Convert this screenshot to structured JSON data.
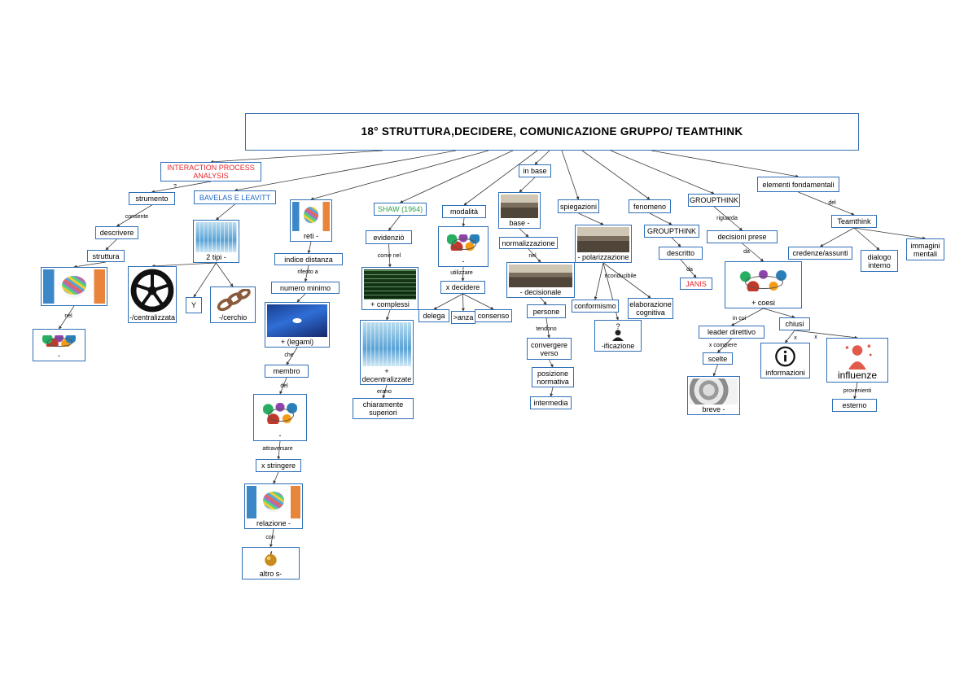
{
  "title": "18°  STRUTTURA,DECIDERE,  COMUNICAZIONE  GRUPPO/  TEAMTHINK",
  "nodes": {
    "iph": "INTERACTION  PROCESS ANALYSIS",
    "q": "?",
    "strumento": "strumento",
    "consente": "consente",
    "descrivere": "descrivere",
    "struttura": "struttura",
    "nel1": "nel",
    "dash1": "-",
    "bavelas": "BAVELAS  E  LEAVITT",
    "tipi": "2 tipi -",
    "centralizzata": "-/centralizzata",
    "y": "Y",
    "cerchio": "-/cerchio",
    "reti": "reti -",
    "indice": "indice distanza",
    "riferito": "riferito a",
    "numero": "numero minimo",
    "legami": "+ (legami)",
    "che": "che",
    "membro": "membro",
    "del": "del",
    "dash2": "-",
    "attraversare": "attraversare",
    "stringere": "x stringere",
    "relazione": "relazione -",
    "con": "con",
    "altro": "altro s-",
    "shaw": "SHAW (1964)",
    "evidenzio": "evidenziò",
    "come_nel": "come  nel",
    "complessi": "+ complessi",
    "decentralizzate": "+ decentralizzate",
    "erano": "erano",
    "chiaramente": "chiaramente superiori",
    "modalita": "modalità",
    "dash3": "-",
    "utilizzare": "utilizzare",
    "xdecidere": "x decidere",
    "delega": "delega",
    "anza": ">anza",
    "consenso": "consenso",
    "inbase": "in base",
    "base": "base -",
    "normalizzazione": "normalizzazione",
    "nel2": "nel",
    "decisionale": "- decisionale",
    "persone": "persone",
    "tendono": "tendono",
    "convergere": "convergere verso",
    "posizione": "posizione normativa",
    "intermedia": "intermedia",
    "spiegazioni": "spiegazioni",
    "polarizzazione": "- polarizzazione",
    "riconducibile": "riconducibile",
    "conformismo": "conformismo",
    "elaborazione": "elaborazione cognitiva",
    "ificazione": "-ificazione",
    "fenomeno": "fenomeno",
    "groupthink2": "GROUPTHINK",
    "descritto": "descritto",
    "da1": "da",
    "janis": "JANIS",
    "groupthink1": "GROUPTHINK",
    "riguarda": "riguarda",
    "decisioni": "decisioni prese",
    "da2": "da",
    "coesi": "+ coesi",
    "incui": "in cui",
    "leader": "leader direttivo",
    "xcompiere": "x compiere",
    "scelte": "scelte",
    "breve": "breve -",
    "chiusi": "chiusi",
    "x1": "x",
    "x2": "x",
    "informazioni": "informazioni",
    "influenze": "influenze",
    "provenienti": "provenienti",
    "esterno": "esterno",
    "elementi": "elementi fondamentali",
    "del2": "del",
    "teamthink": "Teamthink",
    "credenze": "credenze/assunti",
    "dialogo": "dialogo interno",
    "immagini": "immagini mentali"
  },
  "colors": {
    "border": "#2e6fb7",
    "red_text": "#e8252b",
    "blue_text": "#1f69c9",
    "green_text": "#2e9e4b",
    "line": "#3b3b3b"
  },
  "icons": [
    "speech-bubbles-icon",
    "network-people-icon",
    "rain-icon",
    "wheel-icon",
    "chain-icon",
    "knot-icon",
    "chalkboard-icon",
    "meeting-icon",
    "person-question-icon",
    "stone-icon",
    "apple-icon",
    "info-icon",
    "woman-icon"
  ]
}
